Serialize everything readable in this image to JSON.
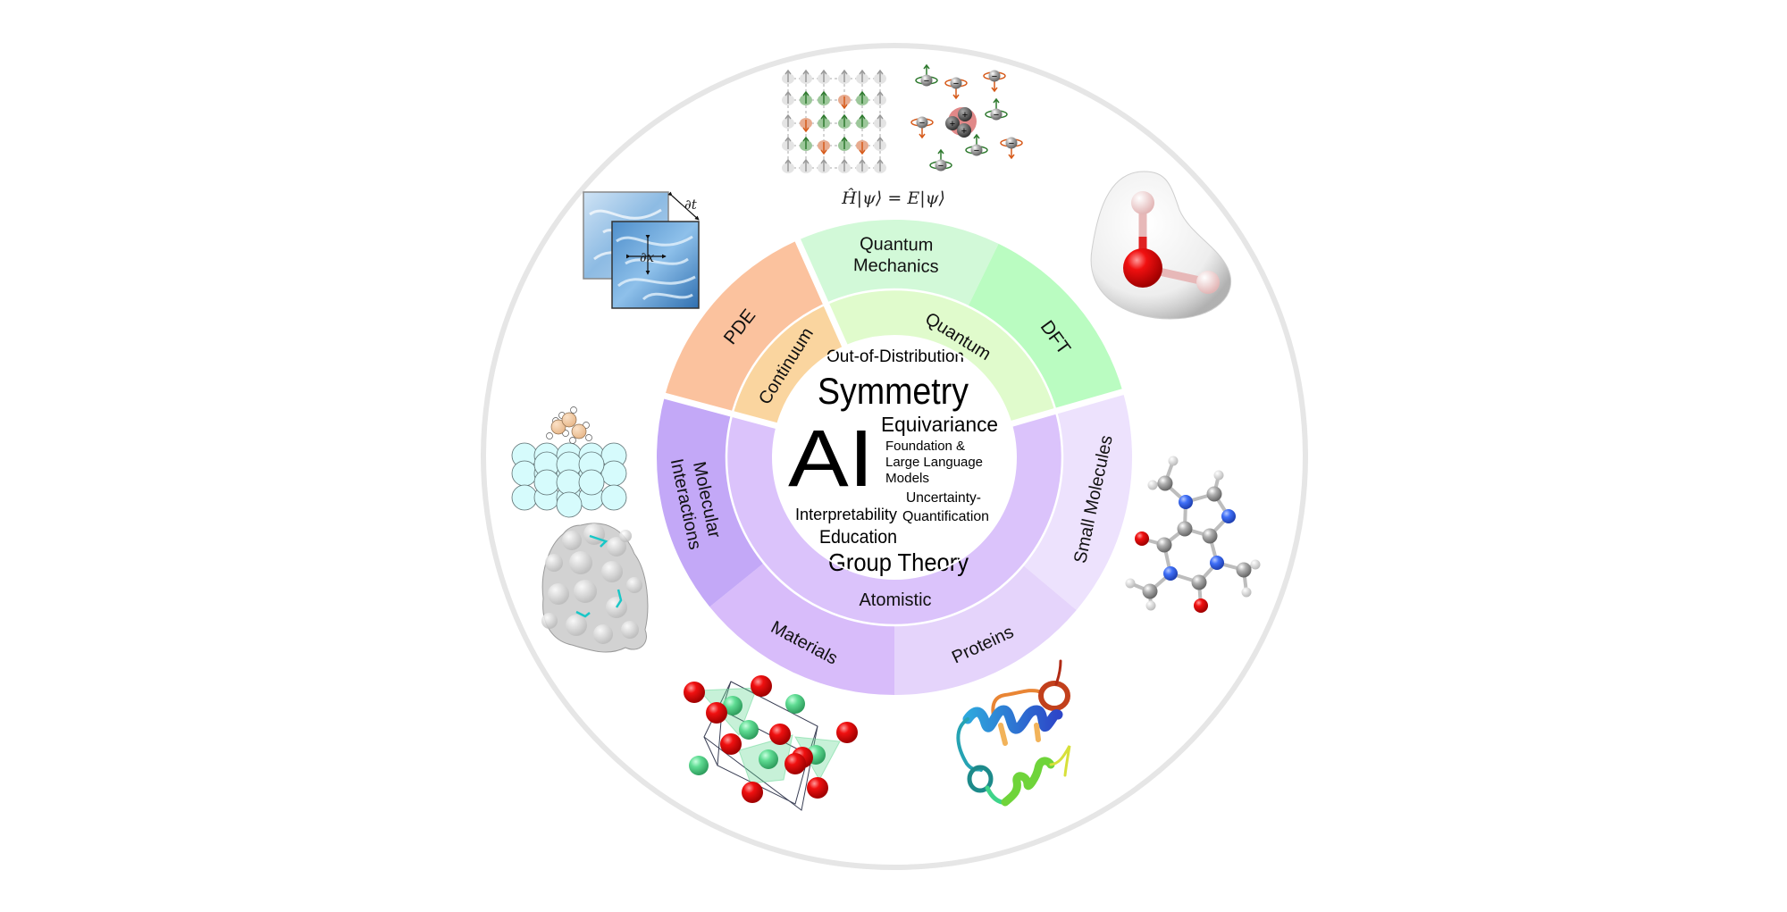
{
  "center": {
    "ai": "AI",
    "out_of_distribution": "Out-of-Distribution",
    "symmetry": "Symmetry",
    "equivariance": "Equivariance",
    "foundation_models": [
      "Foundation &",
      "Large Language",
      "Models"
    ],
    "interpretability": "Interpretability",
    "uncertainty_quantification": [
      "Uncertainty-",
      "Quantification"
    ],
    "education": "Education",
    "group_theory": "Group Theory"
  },
  "inner_ring": {
    "continuum": "Continuum",
    "quantum": "Quantum",
    "atomistic": "Atomistic"
  },
  "outer_ring": {
    "pde": "PDE",
    "quantum_mechanics": [
      "Quantum",
      "Mechanics"
    ],
    "dft": "DFT",
    "small_molecules": "Small Molecules",
    "proteins": "Proteins",
    "materials": "Materials",
    "molecular_interactions": [
      "Molecular",
      "Interactions"
    ]
  },
  "illustrations": {
    "schrodinger_equation": "Ĥ|ψ⟩ = E|ψ⟩",
    "pde_time_derivative": "∂t",
    "pde_space_derivative": "∂x",
    "electron_charge": "−",
    "nucleus_charge": "+"
  },
  "colors": {
    "pde": "#fbc29e",
    "continuum": "#fad59f",
    "quantum_mechanics": "#d2f9d8",
    "dft": "#bafcc1",
    "quantum": "#e0fbcc",
    "small_molecules": "#ede2fd",
    "proteins": "#e5d4fb",
    "materials": "#d8bcfa",
    "molecular_interactions": "#c3a8f7",
    "atomistic": "#dbc3fb",
    "outer_circle": "#e6e6e6"
  }
}
